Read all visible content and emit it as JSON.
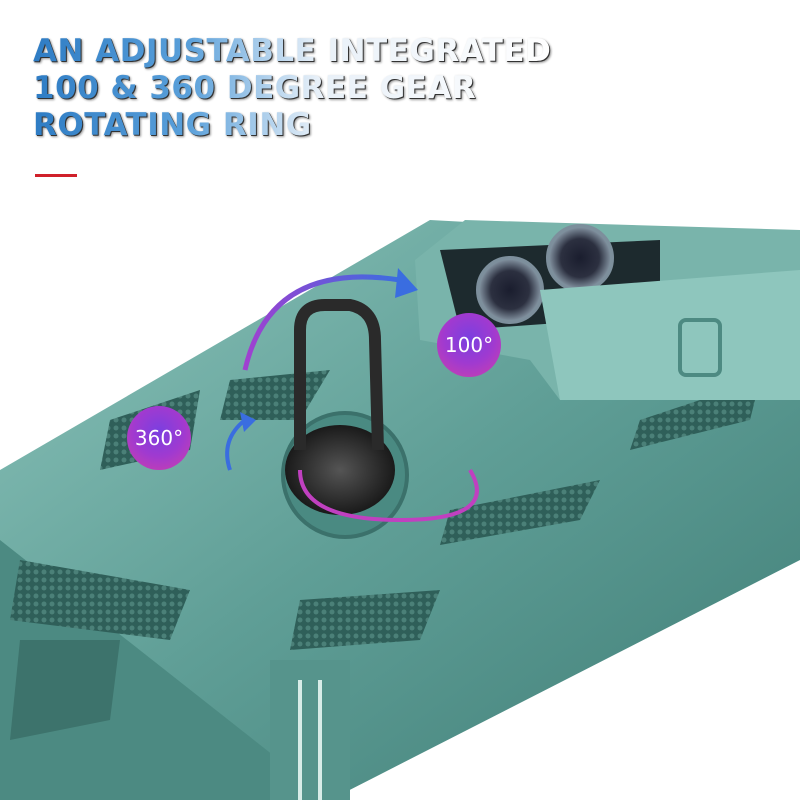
{
  "headline": {
    "lines": [
      "AN ADJUSTABLE INTEGRATED",
      "100 & 360 DEGREE GEAR",
      "ROTATING RING"
    ]
  },
  "badges": {
    "rotation_360": "360°",
    "rotation_100": "100°"
  },
  "colors": {
    "case": "#5f9e96",
    "accent_line": "#d0202a",
    "arrow": "#3a6de0",
    "badge": "#a03ad0"
  }
}
